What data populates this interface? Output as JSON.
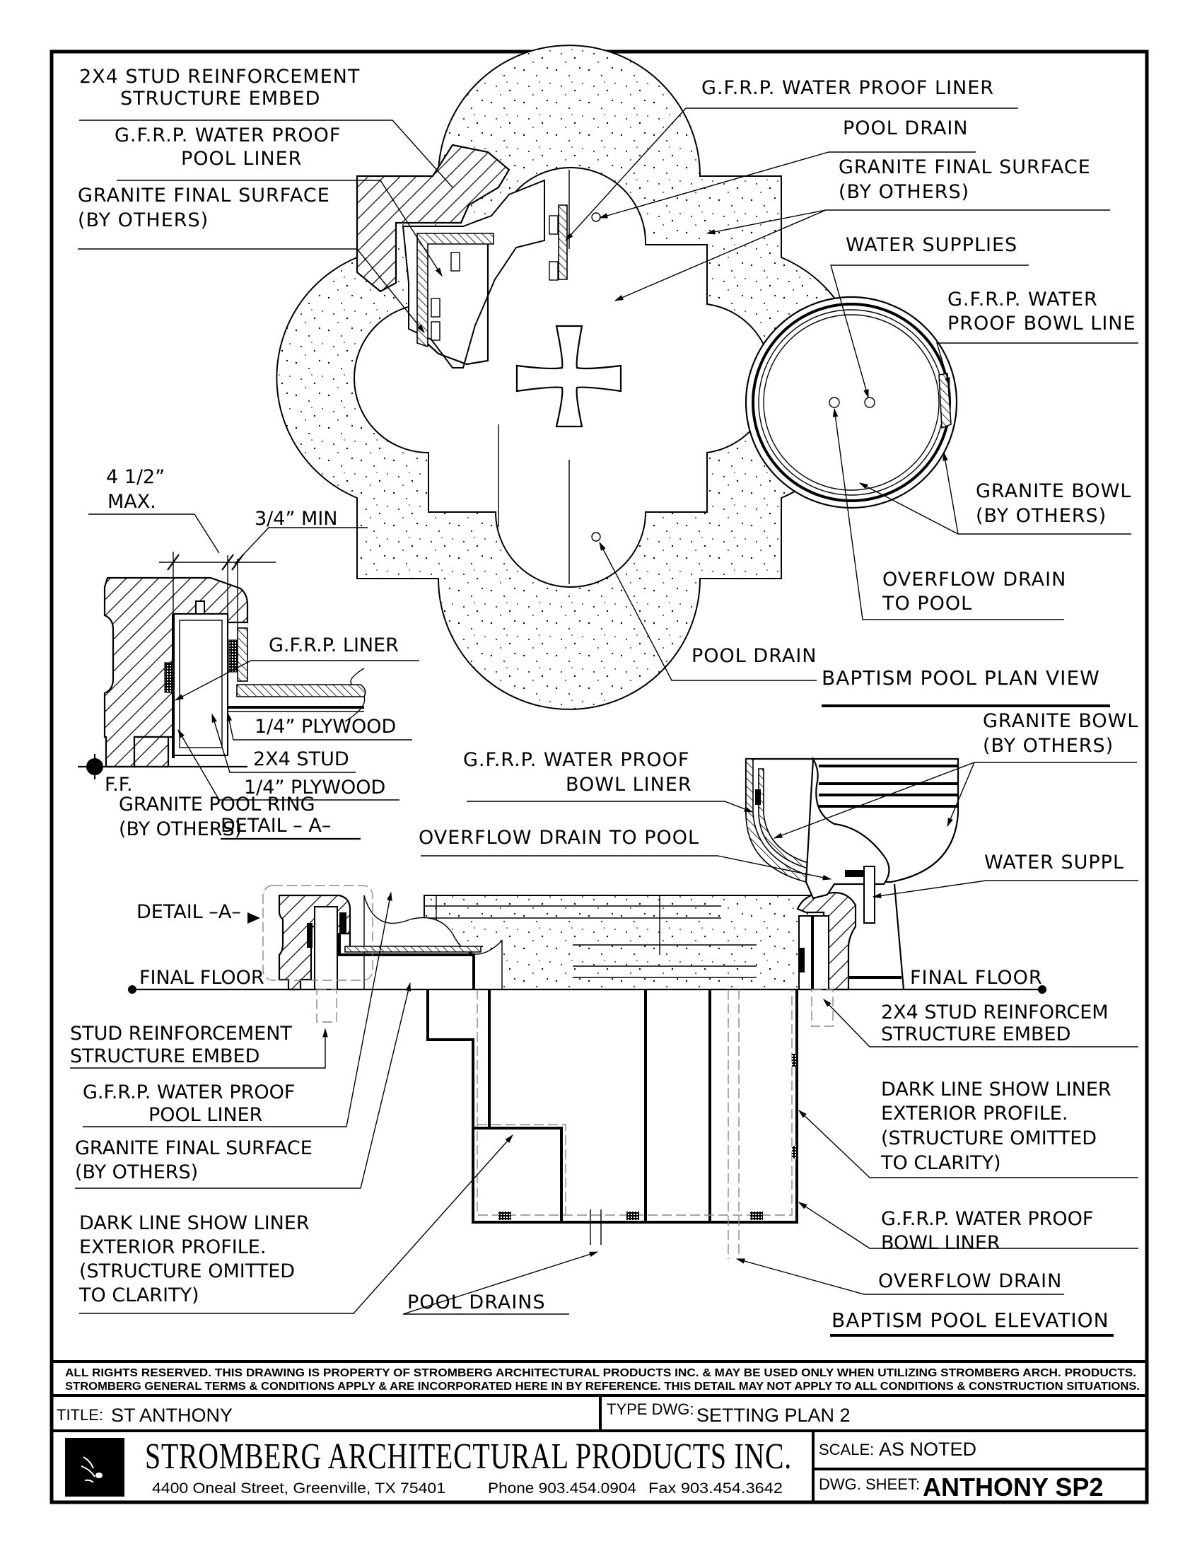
{
  "drawing": {
    "plan_view": {
      "title": "BAPTISM POOL PLAN VIEW",
      "labels": {
        "stud_embed": [
          "2X4 STUD REINFORCEMENT",
          "STRUCTURE EMBED"
        ],
        "pool_liner": [
          "G.F.R.P. WATER PROOF",
          "POOL LINER"
        ],
        "granite_left": [
          "GRANITE FINAL SURFACE",
          "(BY OTHERS)"
        ],
        "liner_top": "G.F.R.P. WATER PROOF LINER",
        "pool_drain_top": "POOL DRAIN",
        "granite_right": [
          "GRANITE FINAL SURFACE",
          "(BY OTHERS)"
        ],
        "water_supplies": "WATER SUPPLIES",
        "bowl_liner": [
          "G.F.R.P. WATER",
          "PROOF BOWL LINE"
        ],
        "granite_bowl": [
          "GRANITE BOWL",
          "(BY OTHERS)"
        ],
        "overflow_drain": [
          "OVERFLOW DRAIN",
          "TO POOL"
        ],
        "pool_drain_bottom": "POOL DRAIN"
      }
    },
    "detail_a": {
      "title": "DETAIL – A–",
      "labels": {
        "max_dim": [
          "4 1/2”",
          "MAX."
        ],
        "min_dim": "3/4” MIN",
        "gfrp_liner": "G.F.R.P. LINER",
        "plywood_1": "1/4” PLYWOOD",
        "stud": "2X4 STUD",
        "plywood_2": "1/4” PLYWOOD",
        "ff": "F.F.",
        "granite_ring": [
          "GRANITE POOL RING",
          "(BY OTHERS)"
        ]
      }
    },
    "elevation": {
      "title": "BAPTISM POOL ELEVATION",
      "labels": {
        "bowl_liner": [
          "G.F.R.P. WATER PROOF",
          "BOWL  LINER"
        ],
        "overflow_to_pool": "OVERFLOW DRAIN TO POOL",
        "granite_bowl": [
          "GRANITE BOWL",
          "(BY OTHERS)"
        ],
        "water_supply": "WATER SUPPL",
        "detail_ref": "DETAIL –A–",
        "final_floor_left": "FINAL FLOOR",
        "final_floor_right": "FINAL FLOOR",
        "stud_embed_left": [
          "STUD REINFORCEMENT",
          "STRUCTURE EMBED"
        ],
        "pool_liner_left": [
          "G.F.R.P. WATER PROOF",
          "POOL LINER"
        ],
        "granite_left": [
          "GRANITE FINAL SURFACE",
          "(BY OTHERS)"
        ],
        "dark_line_left": [
          "DARK LINE SHOW LINER",
          "EXTERIOR PROFILE.",
          "(STRUCTURE OMITTED",
          "TO CLARITY)"
        ],
        "pool_drains": "POOL DRAINS",
        "stud_embed_right": [
          "2X4 STUD REINFORCEM",
          "STRUCTURE EMBED"
        ],
        "dark_line_right": [
          "DARK LINE SHOW LINER",
          "EXTERIOR PROFILE.",
          "(STRUCTURE OMITTED",
          "TO CLARITY)"
        ],
        "bowl_liner_right": [
          "G.F.R.P. WATER PROOF",
          "BOWL  LINER"
        ],
        "overflow_drain": "OVERFLOW DRAIN"
      }
    }
  },
  "title_block": {
    "disclaimer": [
      "ALL RIGHTS RESERVED. THIS DRAWING IS PROPERTY OF STROMBERG ARCHITECTURAL PRODUCTS INC. & MAY BE USED ONLY WHEN UTILIZING STROMBERG ARCH. PRODUCTS.",
      "STROMBERG GENERAL TERMS & CONDITIONS APPLY & ARE INCORPORATED HERE IN BY REFERENCE. THIS DETAIL MAY NOT APPLY TO ALL CONDITIONS & CONSTRUCTION SITUATIONS."
    ],
    "title_label": "TITLE:",
    "title_value": "ST ANTHONY",
    "type_label": "TYPE DWG:",
    "type_value": "SETTING PLAN 2",
    "company": "STROMBERG ARCHITECTURAL PRODUCTS INC.",
    "address": "4400 Oneal Street, Greenville, TX  75401",
    "phone": "Phone 903.454.0904",
    "fax": "Fax 903.454.3642",
    "scale_label": "SCALE:",
    "scale_value": "AS NOTED",
    "sheet_label": "DWG. SHEET:",
    "sheet_value": "ANTHONY SP2",
    "logo_icon": "stromberg-logo-icon"
  }
}
